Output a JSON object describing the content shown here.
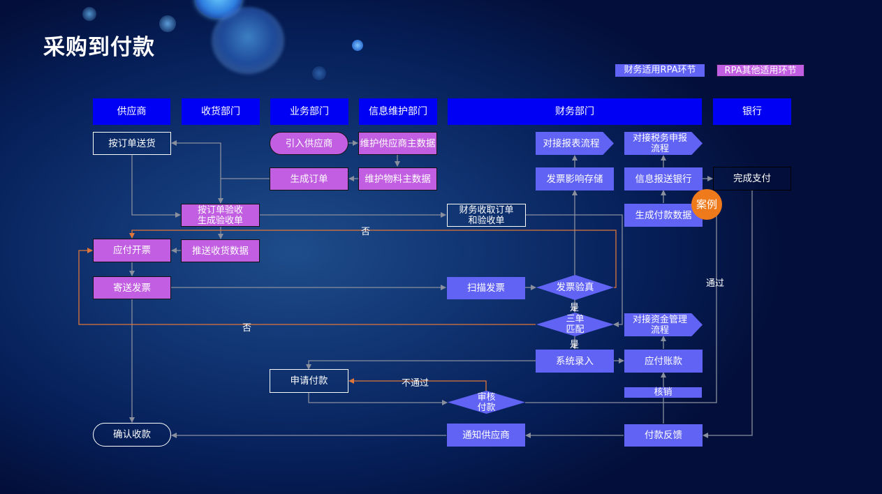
{
  "title": "采购到付款",
  "legend": {
    "finance_rpa": "财务适用RPA环节",
    "other_rpa": "RPA其他适用环节"
  },
  "colors": {
    "lane_header": "#0000f5",
    "finance_rpa": "#6163f5",
    "other_rpa": "#c25ee1",
    "case_badge": "#ee7a1c",
    "connector": "#8a8f9e",
    "reject_connector": "#e0763a"
  },
  "lanes": [
    "供应商",
    "收货部门",
    "业务部门",
    "信息维护部门",
    "财务部门",
    "银行"
  ],
  "nodes": {
    "deliver_by_order": "按订单送货",
    "introduce_supplier": "引入供应商",
    "maintain_supplier_master": "维护供应商主数据",
    "generate_order": "生成订单",
    "maintain_material_master": "维护物料主数据",
    "receive_by_order": "按订单验收\n生成验收单",
    "push_receipt_data": "推送收货数据",
    "payable_invoicing": "应付开票",
    "send_invoice": "寄送发票",
    "confirm_receipt": "确认收款",
    "finance_collect": "财务收取订单\n和验收单",
    "scan_invoice": "扫描发票",
    "verify_invoice": "发票验真",
    "three_way_match": "三单\n匹配",
    "system_entry": "系统录入",
    "apply_payment": "申请付款",
    "review_payment": "审核\n付款",
    "notify_supplier": "通知供应商",
    "report_flow": "对接报表流程",
    "invoice_storage": "发票影响存储",
    "tax_flow": "对接税务申报\n流程",
    "send_to_bank": "信息报送银行",
    "complete_payment": "完成支付",
    "generate_payment_data": "生成付款数据",
    "fund_flow": "对接资金管理\n流程",
    "accounts_payable": "应付账款",
    "write_off": "核销",
    "payment_feedback": "付款反馈",
    "case_badge": "案例"
  },
  "edge_labels": {
    "no_top": "否",
    "no_left": "否",
    "yes_1": "是",
    "yes_2": "是",
    "passed": "通过",
    "not_passed": "不通过"
  }
}
